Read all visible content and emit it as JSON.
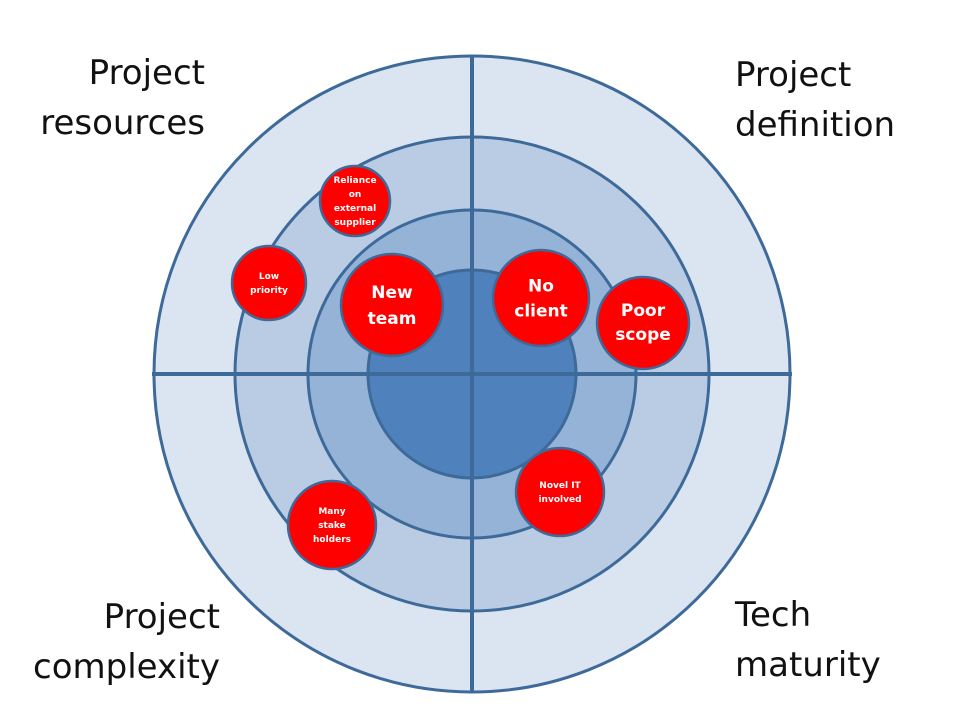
{
  "quadrants": {
    "top_left": [
      "Project",
      "resources"
    ],
    "top_right": [
      "Project",
      "definition"
    ],
    "bottom_left": [
      "Project",
      "complexity"
    ],
    "bottom_right": [
      "Tech",
      "maturity"
    ]
  },
  "colors": {
    "ring_outer": "#dbe4f1",
    "ring_2": "#b9cce4",
    "ring_3": "#95b3d7",
    "core": "#4f81bd",
    "stroke": "#3e6a9a",
    "risk_fill": "#ff0000",
    "risk_text": "#ffffff"
  },
  "risks": [
    {
      "id": "reliance-on-external-supplier",
      "lines": [
        "Reliance",
        "on",
        "external",
        "supplier"
      ],
      "size": "small"
    },
    {
      "id": "low-priority",
      "lines": [
        "Low",
        "priority"
      ],
      "size": "small"
    },
    {
      "id": "new-team",
      "lines": [
        "New",
        "team"
      ],
      "size": "big"
    },
    {
      "id": "no-client",
      "lines": [
        "No",
        "client"
      ],
      "size": "big"
    },
    {
      "id": "poor-scope",
      "lines": [
        "Poor",
        "scope"
      ],
      "size": "medium"
    },
    {
      "id": "novel-it-involved",
      "lines": [
        "Novel IT",
        "involved"
      ],
      "size": "small"
    },
    {
      "id": "many-stake-holders",
      "lines": [
        "Many",
        "stake",
        "holders"
      ],
      "size": "small"
    }
  ]
}
